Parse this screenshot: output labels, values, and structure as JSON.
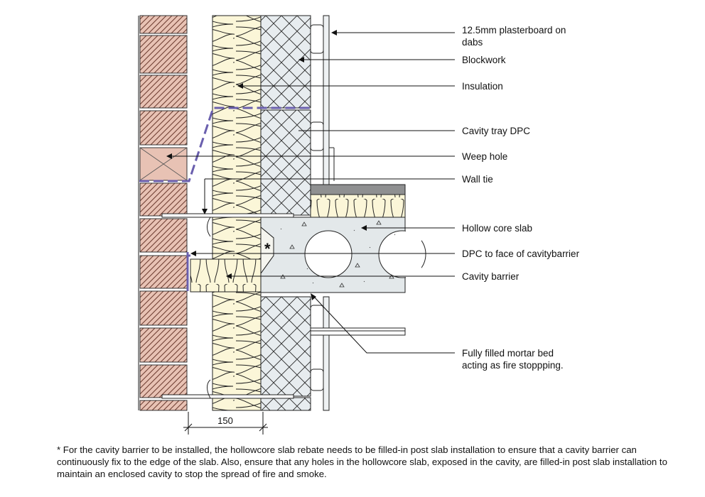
{
  "labels": {
    "plasterboard": [
      "12.5mm plasterboard on",
      "dabs"
    ],
    "blockwork": "Blockwork",
    "insulation": "Insulation",
    "cavity_tray": "Cavity tray DPC",
    "weep_hole": "Weep hole",
    "wall_tie": "Wall tie",
    "hollow_core": "Hollow core slab",
    "dpc_face": "DPC to face of cavitybarrier",
    "cavity_barrier": "Cavity barrier",
    "mortar_bed": [
      "Fully filled mortar bed",
      "acting as fire stoppping."
    ]
  },
  "asterisk": "*",
  "dimension": "150",
  "footnote": "* For the cavity barrier to be installed, the hollowcore slab rebate needs to be filled-in post slab installation to ensure that a cavity barrier can continuously fix to the edge of the slab. Also, ensure that any holes in the hollowcore slab, exposed in the cavity, are filled-in post slab installation to maintain an enclosed cavity to stop the spread of fire and smoke.",
  "colors": {
    "brick": "#e8c2b4",
    "insulation": "#fbf6d8",
    "dpc": "#6a5fae",
    "concrete": "#e3e8ea",
    "leader": "#111111"
  }
}
